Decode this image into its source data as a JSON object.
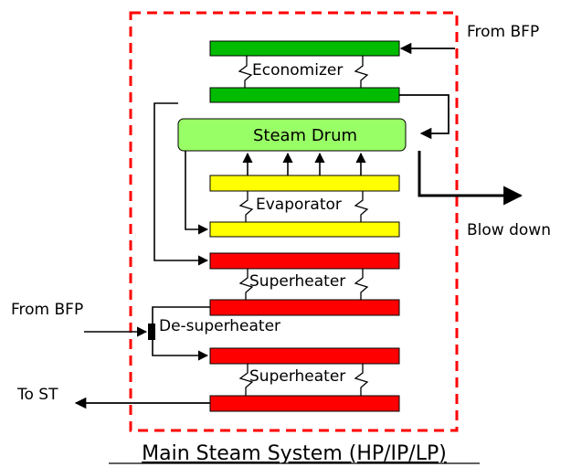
{
  "labels": {
    "from_bfp_top": "From BFP",
    "economizer": "Economizer",
    "steam_drum": "Steam Drum",
    "evaporator": "Evaporator",
    "blow_down": "Blow down",
    "superheater_upper": "Superheater",
    "from_bfp_left": "From BFP",
    "de_superheater": "De-superheater",
    "superheater_lower": "Superheater",
    "to_st": "To ST"
  },
  "caption": "Main Steam System (HP/IP/LP)",
  "colors": {
    "economizer": "#00bb00",
    "steam_drum": "#99ff66",
    "evaporator": "#ffff00",
    "superheater": "#ff0000",
    "boundary": "#ff0000"
  }
}
